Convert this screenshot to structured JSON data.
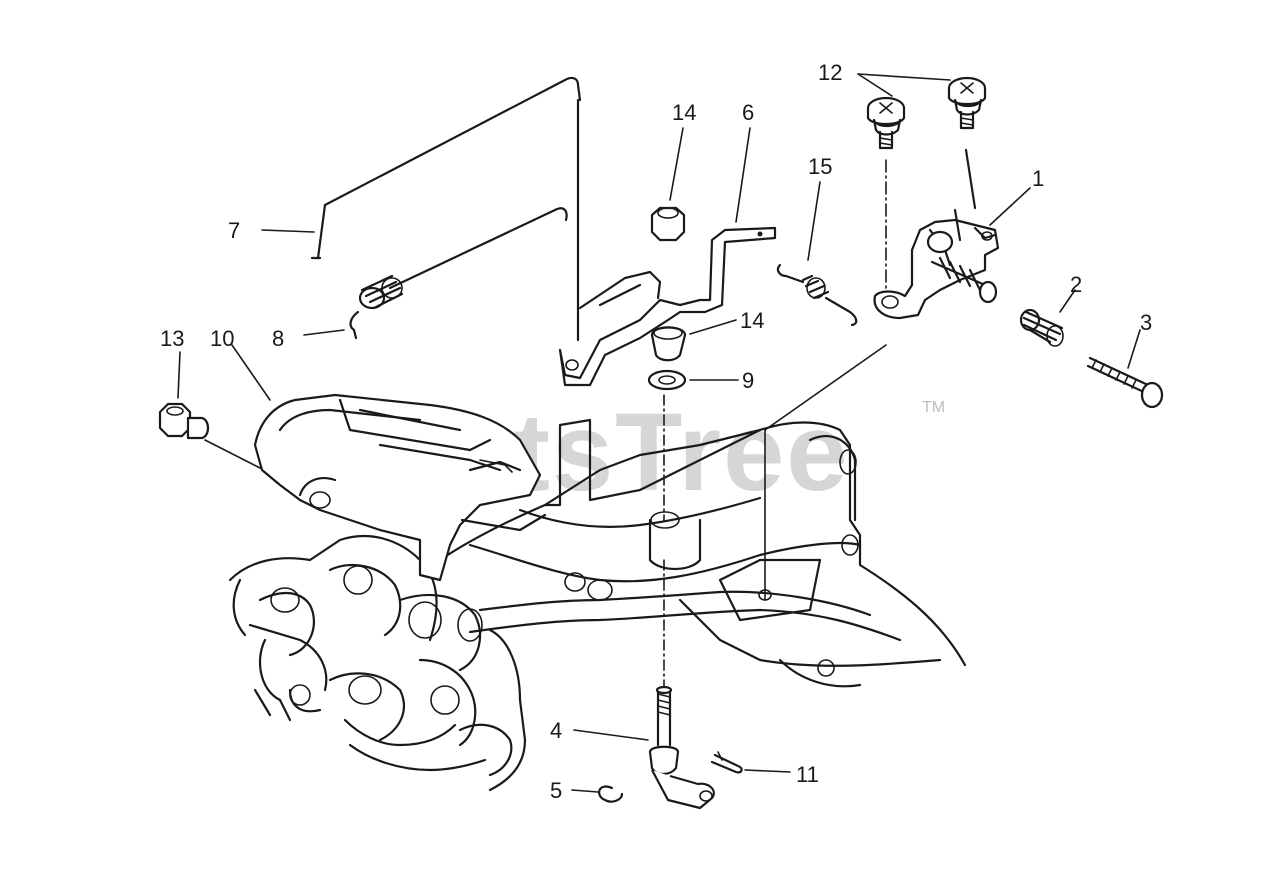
{
  "watermark": {
    "text": "PartsTree",
    "trademark": "TM"
  },
  "callouts": [
    "1",
    "2",
    "3",
    "4",
    "5",
    "6",
    "7",
    "8",
    "9",
    "10",
    "11",
    "12",
    "13",
    "14",
    "14",
    "15"
  ]
}
